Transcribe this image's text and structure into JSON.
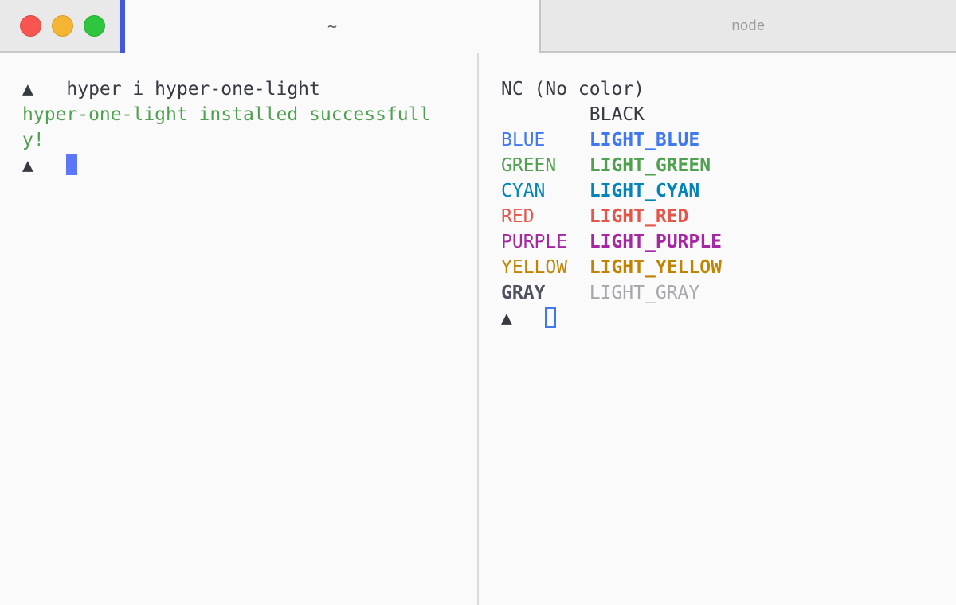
{
  "window": {
    "active_tab_title": "~",
    "inactive_tab_title": "node"
  },
  "palette": {
    "foreground": "#383a42",
    "red": "#e45649",
    "green": "#50a14f",
    "yellow": "#c18401",
    "blue": "#4078f2",
    "purple": "#a626a4",
    "cyan": "#0184bc",
    "gray_bold": "#4f525e",
    "light_gray": "#a6a7ac",
    "cursor_fill": "#5b76f7",
    "cursor_outline": "#4078f2",
    "accent_bar": "#4457db",
    "traffic_red": "#f6564f",
    "traffic_yellow": "#f5b432",
    "traffic_green": "#2dc63e",
    "terminal_background": "#fafafa"
  },
  "left_pane": {
    "prompt_symbol": "▲",
    "command": "hyper i hyper-one-light",
    "output_line1": "hyper-one-light installed successfull",
    "output_line2": "y!"
  },
  "right_pane": {
    "prompt_symbol": "▲",
    "header_line": "NC (No color)",
    "rows": [
      {
        "name": "",
        "light": "BLACK"
      },
      {
        "name": "BLUE",
        "light": "LIGHT_BLUE"
      },
      {
        "name": "GREEN",
        "light": "LIGHT_GREEN"
      },
      {
        "name": "CYAN",
        "light": "LIGHT_CYAN"
      },
      {
        "name": "RED",
        "light": "LIGHT_RED"
      },
      {
        "name": "PURPLE",
        "light": "LIGHT_PURPLE"
      },
      {
        "name": "YELLOW",
        "light": "LIGHT_YELLOW"
      },
      {
        "name": "GRAY",
        "light": "LIGHT_GRAY"
      }
    ]
  }
}
